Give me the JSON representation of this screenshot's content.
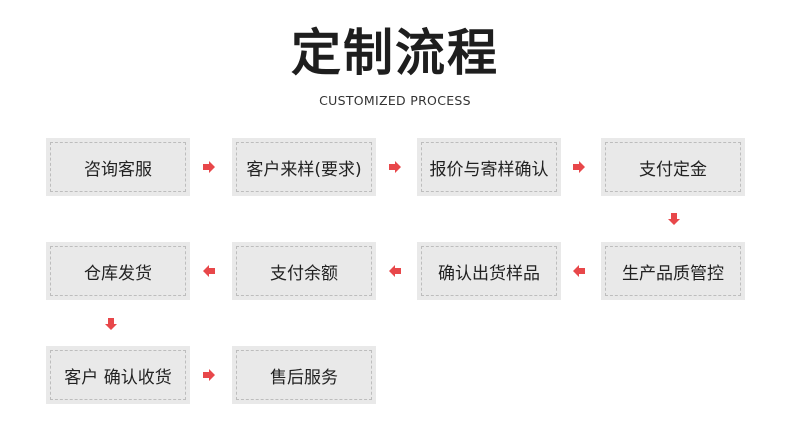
{
  "title": "定制流程",
  "subtitle": "CUSTOMIZED PROCESS",
  "arrow_color": "#e8474a",
  "steps": [
    "咨询客服",
    "客户来样(要求)",
    "报价与寄样确认",
    "支付定金",
    "生产品质管控",
    "确认出货样品",
    "支付余额",
    "仓库发货",
    "客户 确认收货",
    "售后服务"
  ]
}
